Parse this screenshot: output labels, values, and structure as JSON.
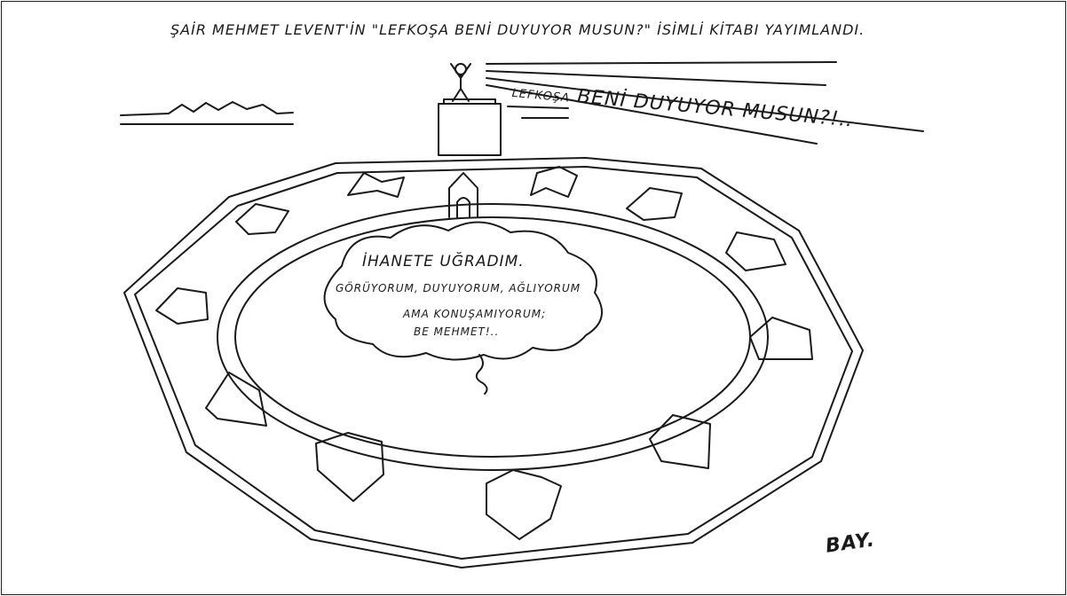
{
  "cartoon": {
    "caption": "ŞAİR MEHMET LEVENT'İN \"LEFKOŞA BENİ DUYUYOR MUSUN?\" İSİMLİ KİTABI YAYIMLANDI.",
    "shout_prefix": "LEFKOŞA",
    "shout_main": "BENİ DUYUYOR MUSUN?!..",
    "speech_bubble": {
      "line1": "İHANETE UĞRADIM.",
      "line2": "GÖRÜYORUM, DUYUYORUM, AĞLIYORUM",
      "line3": "AMA KONUŞAMIYORUM;",
      "line4": "BE MEHMET!.."
    },
    "signature": "BAY."
  }
}
